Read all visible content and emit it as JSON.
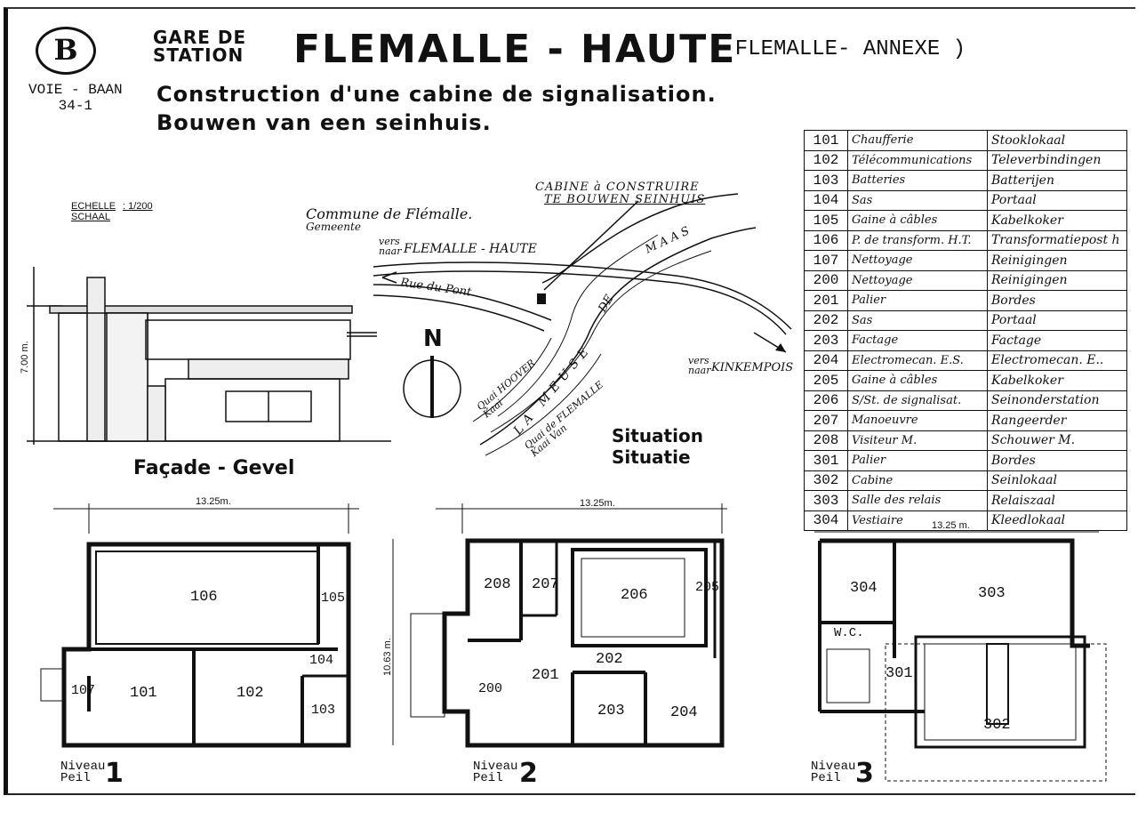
{
  "header": {
    "logo": "B",
    "voie_line1": "VOIE - BAAN",
    "voie_line2": "34-1",
    "gare": "GARE DE",
    "station": "STATION",
    "title": "FLEMALLE - HAUTE",
    "annexe": "( FLEMALLE- ANNEXE )",
    "subtitle_fr": "Construction d'une cabine de signalisation.",
    "subtitle_nl": "Bouwen van een seinhuis."
  },
  "scale": {
    "label1": "ECHELLE",
    "label2": "SCHAAL",
    "value": ": 1/200"
  },
  "situation": {
    "cabine_fr": "CABINE à CONSTRUIRE",
    "cabine_nl": "TE BOUWEN SEINHUIS",
    "commune1": "Commune de Flémalle.",
    "commune2": "Gemeente",
    "vers1": "vers",
    "naar1": "naar",
    "flemalle": "FLEMALLE - HAUTE",
    "rue": "Rue du Pont",
    "maas": "MAAS",
    "de": "DE",
    "meuse": "LA MEUSE",
    "quai1": "Quai HOOVER",
    "kaai1": "Kaai",
    "quai2": "Quai de FLEMALLE",
    "kaai2": "Kaai Van",
    "vers2": "vers",
    "naar2": "naar",
    "kinkempois": "KINKEMPOIS",
    "north": "N",
    "label_fr": "Situation",
    "label_nl": "Situatie"
  },
  "facade": {
    "label": "Façade - Gevel",
    "height": "7.00 m."
  },
  "legend": [
    {
      "num": "101",
      "fr": "Chaufferie",
      "nl": "Stooklokaal"
    },
    {
      "num": "102",
      "fr": "Télécommunications",
      "nl": "Televerbindingen"
    },
    {
      "num": "103",
      "fr": "Batteries",
      "nl": "Batterijen"
    },
    {
      "num": "104",
      "fr": "Sas",
      "nl": "Portaal"
    },
    {
      "num": "105",
      "fr": "Gaine à câbles",
      "nl": "Kabelkoker"
    },
    {
      "num": "106",
      "fr": "P. de transform. H.T.",
      "nl": "Transformatiepost h"
    },
    {
      "num": "107",
      "fr": "Nettoyage",
      "nl": "Reinigingen"
    },
    {
      "num": "200",
      "fr": "Nettoyage",
      "nl": "Reinigingen"
    },
    {
      "num": "201",
      "fr": "Palier",
      "nl": "Bordes"
    },
    {
      "num": "202",
      "fr": "Sas",
      "nl": "Portaal"
    },
    {
      "num": "203",
      "fr": "Factage",
      "nl": "Factage"
    },
    {
      "num": "204",
      "fr": "Electromecan. E.S.",
      "nl": "Electromecan. E.."
    },
    {
      "num": "205",
      "fr": "Gaine à câbles",
      "nl": "Kabelkoker"
    },
    {
      "num": "206",
      "fr": "S/St. de signalisat.",
      "nl": "Seinonderstation"
    },
    {
      "num": "207",
      "fr": "Manoeuvre",
      "nl": "Rangeerder"
    },
    {
      "num": "208",
      "fr": "Visiteur M.",
      "nl": "Schouwer M."
    },
    {
      "num": "301",
      "fr": "Palier",
      "nl": "Bordes"
    },
    {
      "num": "302",
      "fr": "Cabine",
      "nl": "Seinlokaal"
    },
    {
      "num": "303",
      "fr": "Salle des relais",
      "nl": "Relaiszaal"
    },
    {
      "num": "304",
      "fr": "Vestiaire",
      "nl": "Kleedlokaal"
    }
  ],
  "plans": {
    "width": "13.25m.",
    "width3": "13.25 m.",
    "depth": "10.63 m.",
    "niveau": "Niveau",
    "peil": "Peil",
    "n1": "1",
    "n2": "2",
    "n3": "3",
    "rooms1": [
      "106",
      "105",
      "104",
      "107",
      "101",
      "102",
      "103"
    ],
    "rooms2": [
      "208",
      "207",
      "206",
      "205",
      "202",
      "201",
      "200",
      "203",
      "204"
    ],
    "rooms3": [
      "304",
      "303",
      "W.C.",
      "301",
      "302"
    ]
  }
}
